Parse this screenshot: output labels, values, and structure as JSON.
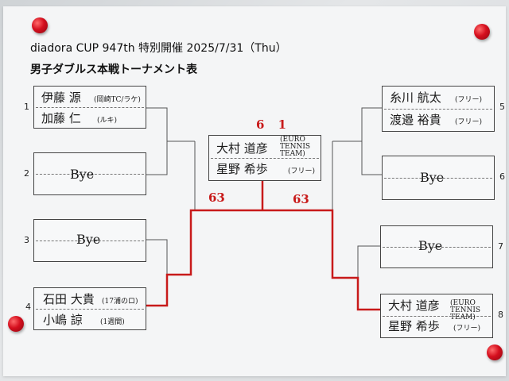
{
  "title": "diadora CUP 947th 特別開催 2025/7/31（Thu）",
  "subtitle": "男子ダブルス本戦トーナメント表",
  "entries": [
    {
      "seed": "1",
      "player1": "伊藤 源",
      "aff1": "(岡崎TC/ラケ)",
      "player2": "加藤 仁",
      "aff2": "(ルキ)"
    },
    {
      "seed": "2",
      "bye": "Bye"
    },
    {
      "seed": "3",
      "bye": "Bye"
    },
    {
      "seed": "4",
      "player1": "石田 大貴",
      "aff1": "(17浦のロ)",
      "player2": "小嶋 諒",
      "aff2": "(1週間)"
    },
    {
      "seed": "5",
      "player1": "糸川 航太",
      "aff1": "(フリー)",
      "player2": "渡邉 裕貴",
      "aff2": "(フリー)"
    },
    {
      "seed": "6",
      "bye": "Bye"
    },
    {
      "seed": "7",
      "bye": "Bye"
    },
    {
      "seed": "8",
      "player1": "大村 道彦",
      "aff1": "(EURO TENNIS TEAM)",
      "player2": "星野 希歩",
      "aff2": "(フリー)"
    }
  ],
  "final": {
    "player1": "大村 道彦",
    "aff1": "(EURO TENNIS TEAM)",
    "player2": "星野 希歩",
    "aff2": "(フリー)"
  },
  "scores": {
    "final": "6 1",
    "left_semi": "63",
    "right_semi": "63"
  },
  "colors": {
    "winner_line": "#c81a1a",
    "line": "#555555",
    "pin": "#d50f1e"
  }
}
